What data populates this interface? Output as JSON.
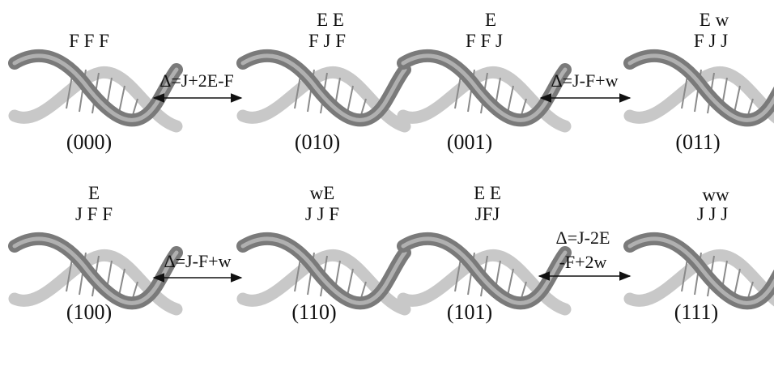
{
  "states": [
    {
      "code": "(000)",
      "line1": "",
      "line2": "F F F"
    },
    {
      "code": "(010)",
      "line1": "E E",
      "line2": "F J F"
    },
    {
      "code": "(001)",
      "line1": "E",
      "line2": "F F J"
    },
    {
      "code": "(011)",
      "line1": "E w",
      "line2": "F J J"
    },
    {
      "code": "(100)",
      "line1": "E",
      "line2": "J F F"
    },
    {
      "code": "(110)",
      "line1": "wE",
      "line2": "J J F"
    },
    {
      "code": "(101)",
      "line1": "E E",
      "line2": "JFJ"
    },
    {
      "code": "(111)",
      "line1": "ww",
      "line2": "J J J"
    }
  ],
  "transitions": [
    {
      "lines": [
        "Δ=J+2E-F"
      ]
    },
    {
      "lines": [
        "Δ=J-F+w"
      ]
    },
    {
      "lines": [
        "Δ=J-F+w"
      ]
    },
    {
      "lines": [
        "Δ=J-2E",
        "-F+2w"
      ]
    }
  ],
  "colors": {
    "strand_dark": "#7a7a7a",
    "strand_light": "#c8c8c8",
    "rung": "#8a8a8a",
    "text": "#111111",
    "arrow": "#111111"
  }
}
